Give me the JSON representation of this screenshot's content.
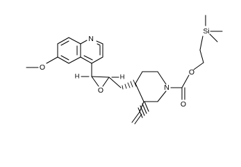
{
  "molecule": {
    "atoms": {
      "quinoline_nitrogen": "N",
      "methoxy_oxygen": "O",
      "epoxide_oxygen": "O",
      "epoxide_h_left": "H",
      "epoxide_h_right": "H",
      "piperidine_nitrogen": "N",
      "carbamate_ester_oxygen": "O",
      "carbamate_carbonyl_oxygen": "O",
      "silicon": "Si"
    }
  }
}
